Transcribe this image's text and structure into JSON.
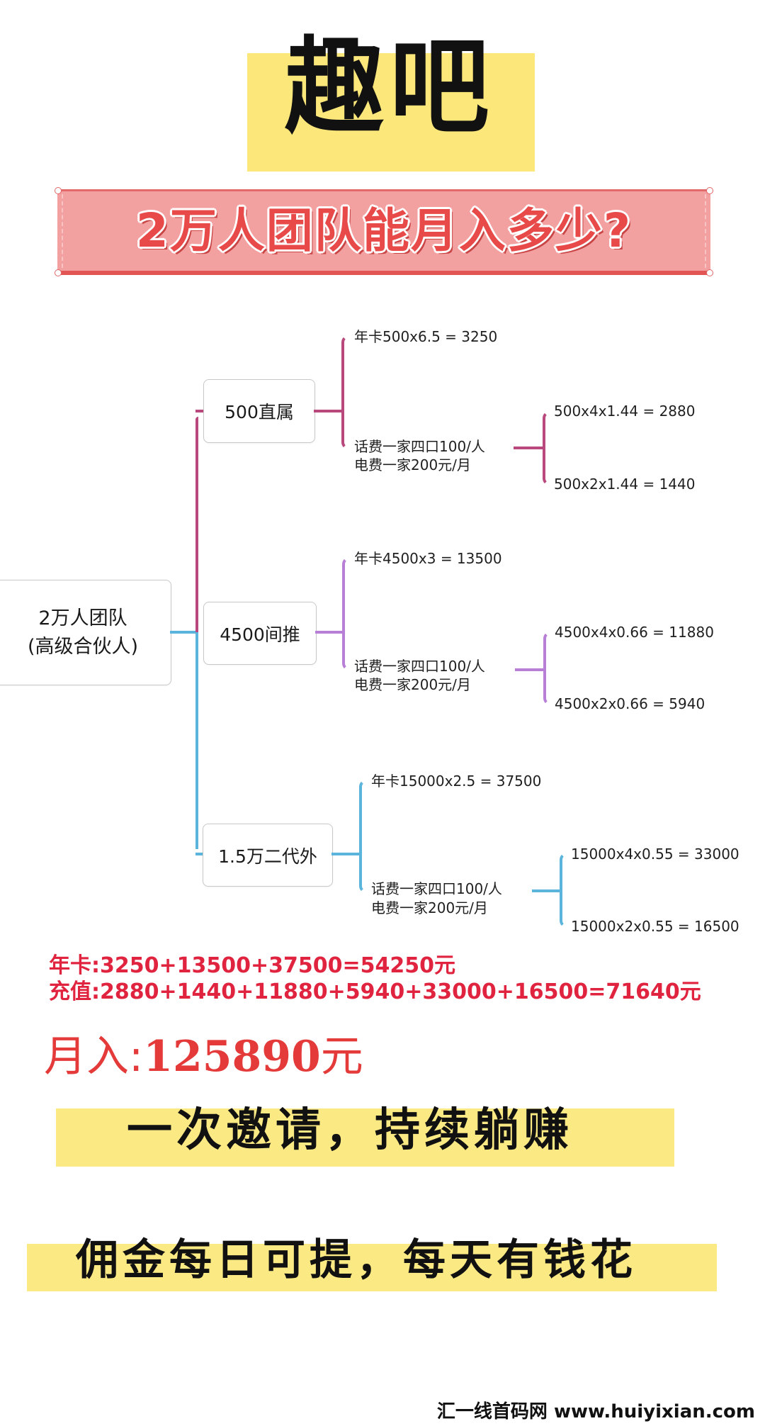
{
  "title": "趣吧",
  "banner": {
    "text": "2万人团队能月入多少?"
  },
  "mindmap": {
    "root": {
      "line1": "2万人团队",
      "line2": "(高级合伙人)"
    },
    "branches": [
      {
        "label": "500直属",
        "color": "#b9497d",
        "annual": "年卡500x6.5 = 3250",
        "fees_line1": "话费一家四口100/人",
        "fees_line2": "电费一家200元/月",
        "calc": [
          "500x4x1.44 = 2880",
          "500x2x1.44 = 1440"
        ]
      },
      {
        "label": "4500间推",
        "color": "#b87fd6",
        "annual": "年卡4500x3 = 13500",
        "fees_line1": "话费一家四口100/人",
        "fees_line2": "电费一家200元/月",
        "calc": [
          "4500x4x0.66 = 11880",
          "4500x2x0.66 = 5940"
        ]
      },
      {
        "label": "1.5万二代外",
        "color": "#5ab4dc",
        "annual": "年卡15000x2.5 = 37500",
        "fees_line1": "话费一家四口100/人",
        "fees_line2": "电费一家200元/月",
        "calc": [
          "15000x4x0.55 = 33000",
          "15000x2x0.55 = 16500"
        ]
      }
    ]
  },
  "summary": {
    "annual_line": "年卡:3250+13500+37500=54250元",
    "recharge_line": "充值:2880+1440+11880+5940+33000+16500=71640元",
    "income_label": "月入:",
    "income_value": "125890",
    "income_unit": "元"
  },
  "slogans": [
    "一次邀请，持续躺赚",
    "佣金每日可提，每天有钱花"
  ],
  "footer": {
    "watermark": "汇一线首码网 www.huiyixian.com"
  },
  "colors": {
    "accent_yellow": "#fbe77a",
    "banner_pink": "#f3a0a0",
    "summary_red": "#e0243f"
  }
}
